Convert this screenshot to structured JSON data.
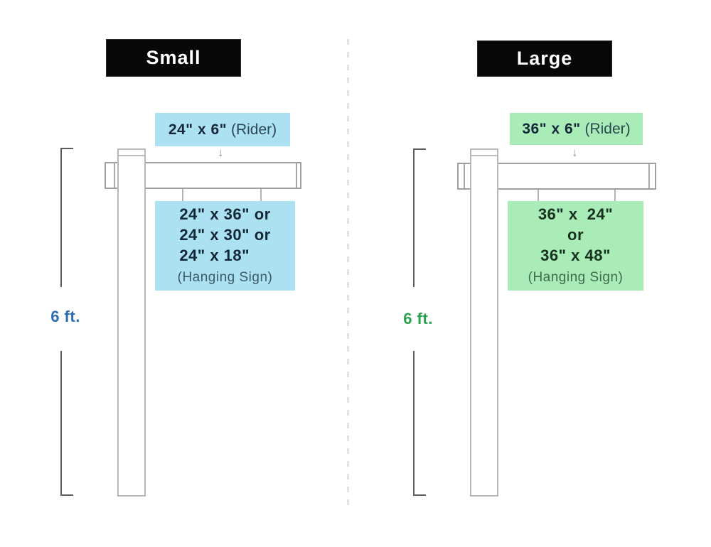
{
  "divider": {
    "style": "vertical-dashed"
  },
  "icons": {
    "down_arrow": "↓"
  },
  "left": {
    "header": "Small",
    "rider": {
      "dims": "24\" x 6\"",
      "suffix": " (Rider)"
    },
    "hanging": {
      "lines": [
        "24\" x 36\" or",
        "24\" x 30\" or",
        "24\" x 18\""
      ],
      "label": "(Hanging Sign)"
    },
    "height_label": "6 ft.",
    "colors": {
      "panel": "#ace1f1",
      "height_text": "#2a6db5",
      "header_bg": "#070707",
      "header_text": "#ffffff"
    }
  },
  "right": {
    "header": "Large",
    "rider": {
      "dims": "36\" x 6\"",
      "suffix": " (Rider)"
    },
    "hanging": {
      "lines": [
        "36\" x  24\"",
        "or",
        "36\" x 48\""
      ],
      "label": "(Hanging Sign)"
    },
    "height_label": "6 ft.",
    "colors": {
      "panel": "#a9ecb8",
      "height_text": "#2aa14e",
      "header_bg": "#070707",
      "header_text": "#ffffff"
    }
  }
}
